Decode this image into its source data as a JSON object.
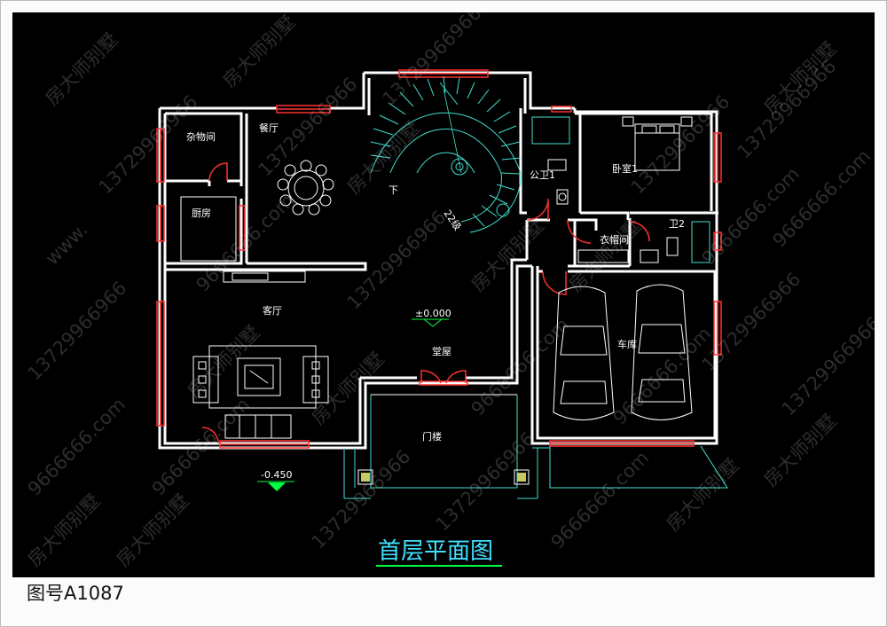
{
  "drawing": {
    "title": "首层平面图",
    "rooms": {
      "storage": "杂物间",
      "dining": "餐厅",
      "kitchen": "厨房",
      "living": "客厅",
      "hall": "堂屋",
      "porch": "门楼",
      "garage": "车库",
      "bedroom": "卧室1",
      "wc_public": "公卫1",
      "wc2": "卫2",
      "cloakroom": "衣帽间"
    },
    "stair_down": "下",
    "stair_steps": "22级",
    "level_main": "±0.000",
    "level_outdoor": "-0.450"
  },
  "watermarks": [
    "房大师别墅",
    "13729966966",
    "9666666.com",
    "www."
  ],
  "figure_number": "图号A1087",
  "colors": {
    "background": "#000000",
    "wall": "#ffffff",
    "window": "#ff3030",
    "stair": "#40e0d0",
    "furniture": "#ffffff",
    "level_marker": "#00ff40",
    "title_text": "#40e0ff",
    "title_underline": "#00ff40"
  }
}
